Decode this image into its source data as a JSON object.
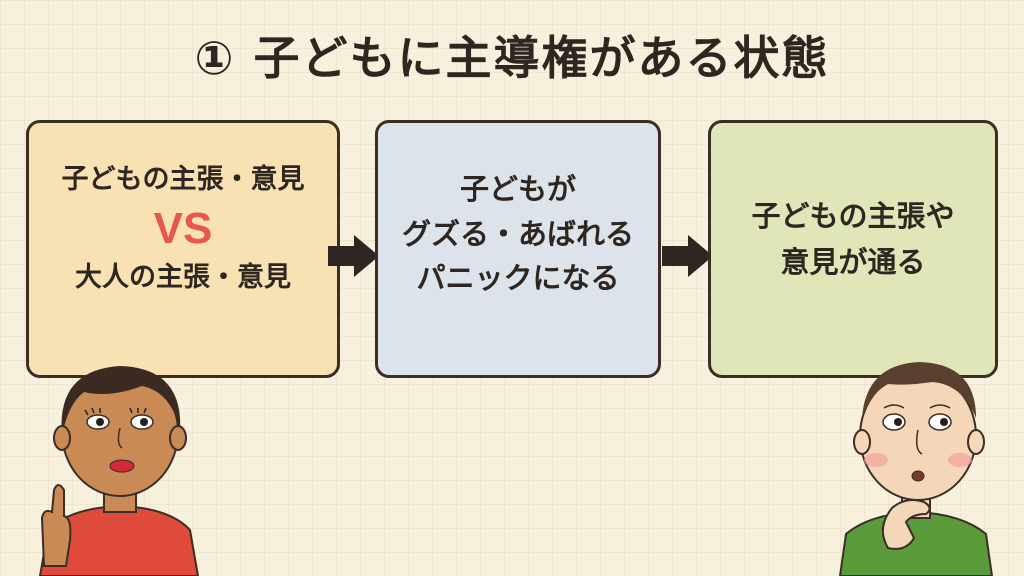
{
  "title": "① 子どもに主導権がある状態",
  "boxes": [
    {
      "line1": "子どもの主張・意見",
      "vs": "VS",
      "line3": "大人の主張・意見"
    },
    {
      "line1": "子どもが",
      "line2": "グズる・あばれる",
      "line3": "パニックになる"
    },
    {
      "line1": "子どもの主張や",
      "line2": "意見が通る"
    }
  ],
  "colors": {
    "box1_fill": "#f8e2b4",
    "box2_fill": "#dde3ea",
    "box3_fill": "#e1e6b8",
    "vs_color": "#e8584a",
    "arrow_color": "#2e2620",
    "adult_shirt": "#e04a3a",
    "child_shirt": "#5a9a3a"
  }
}
